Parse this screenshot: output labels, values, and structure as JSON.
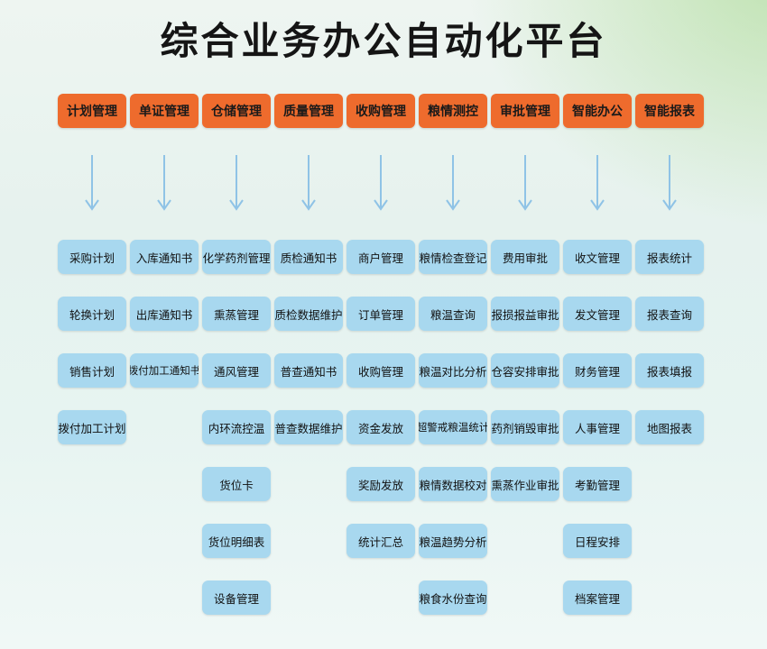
{
  "title": "综合业务办公自动化平台",
  "colors": {
    "header_bg": "#ee6b2d",
    "item_bg": "#a8d8ef",
    "arrow": "#8fc3e6"
  },
  "columns": [
    {
      "header": "计划管理",
      "items": [
        "采购计划",
        "轮换计划",
        "销售计划",
        "拨付加工计划"
      ]
    },
    {
      "header": "单证管理",
      "items": [
        "入库通知书",
        "出库通知书",
        "拨付加工通知书"
      ]
    },
    {
      "header": "仓储管理",
      "items": [
        "化学药剂管理",
        "熏蒸管理",
        "通风管理",
        "内环流控温",
        "货位卡",
        "货位明细表",
        "设备管理"
      ]
    },
    {
      "header": "质量管理",
      "items": [
        "质检通知书",
        "质检数据维护",
        "普查通知书",
        "普查数据维护"
      ]
    },
    {
      "header": "收购管理",
      "items": [
        "商户管理",
        "订单管理",
        "收购管理",
        "资金发放",
        "奖励发放",
        "统计汇总"
      ]
    },
    {
      "header": "粮情测控",
      "items": [
        "粮情检查登记",
        "粮温查询",
        "粮温对比分析",
        "超警戒粮温统计",
        "粮情数据校对",
        "粮温趋势分析",
        "粮食水份查询"
      ]
    },
    {
      "header": "审批管理",
      "items": [
        "费用审批",
        "报损报益审批",
        "仓容安排审批",
        "药剂销毁审批",
        "熏蒸作业审批"
      ]
    },
    {
      "header": "智能办公",
      "items": [
        "收文管理",
        "发文管理",
        "财务管理",
        "人事管理",
        "考勤管理",
        "日程安排",
        "档案管理"
      ]
    },
    {
      "header": "智能报表",
      "items": [
        "报表统计",
        "报表查询",
        "报表填报",
        "地图报表"
      ]
    }
  ]
}
